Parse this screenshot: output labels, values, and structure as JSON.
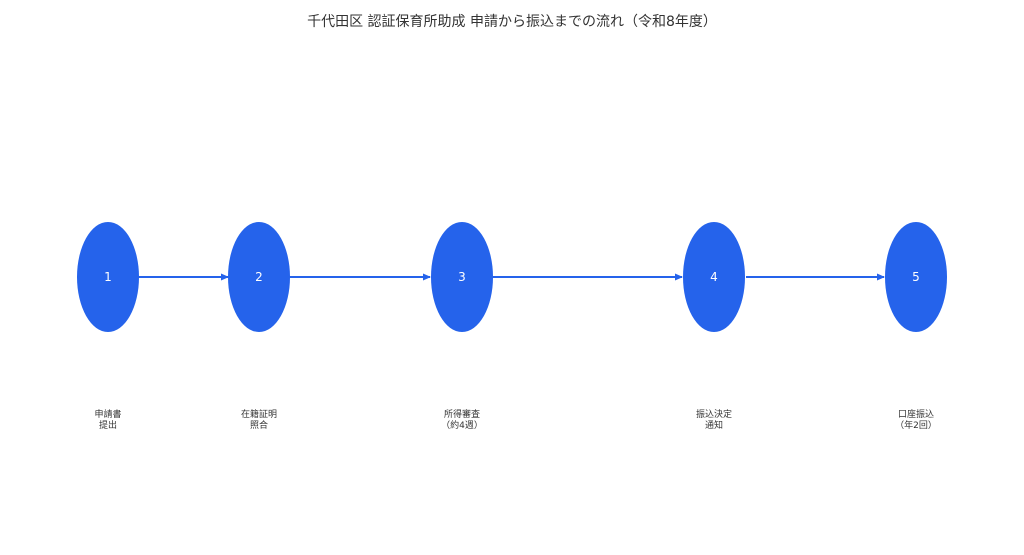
{
  "title": "千代田区 認証保育所助成 申請から振込までの流れ（令和8年度）",
  "colors": {
    "node": "#2563EB",
    "node_text": "#ffffff",
    "arrow": "#2563EB"
  },
  "steps": [
    {
      "number": "1",
      "label_line1": "申請書",
      "label_line2": "提出"
    },
    {
      "number": "2",
      "label_line1": "在籍証明",
      "label_line2": "照合"
    },
    {
      "number": "3",
      "label_line1": "所得審査",
      "label_line2": "（約4週）"
    },
    {
      "number": "4",
      "label_line1": "振込決定",
      "label_line2": "通知"
    },
    {
      "number": "5",
      "label_line1": "口座振込",
      "label_line2": "（年2回）"
    }
  ]
}
